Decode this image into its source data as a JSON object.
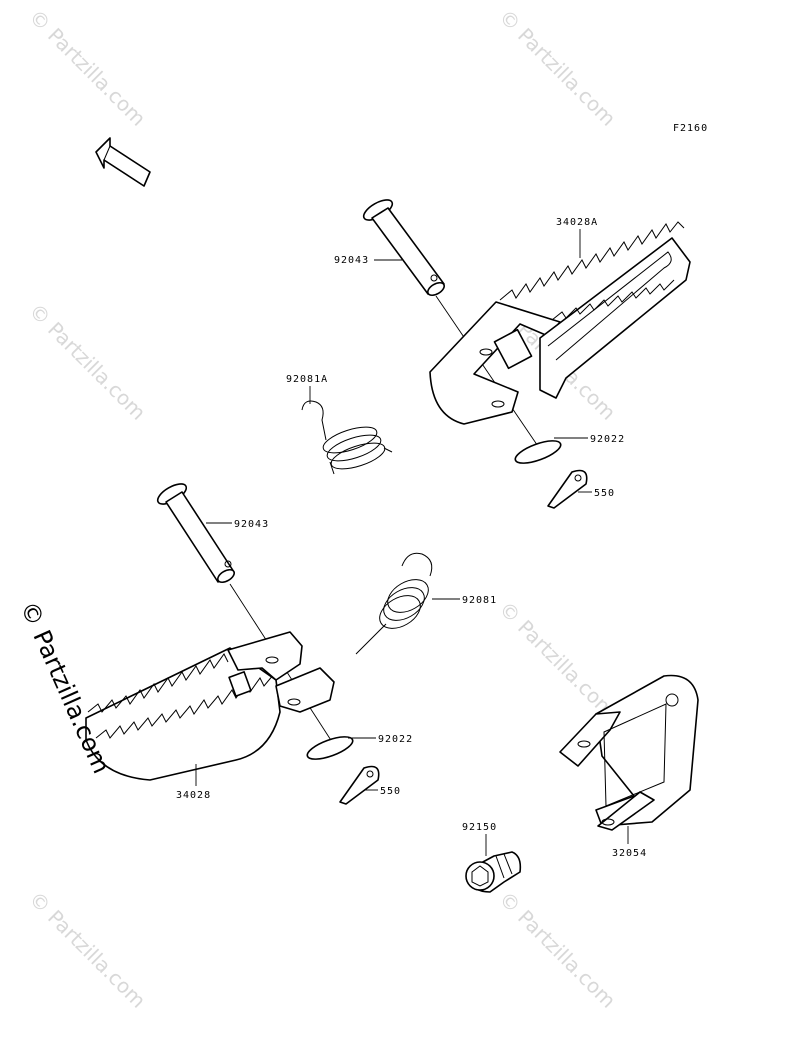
{
  "figure_code": "F2160",
  "front_label": "FRONT",
  "watermark": "© Partzilla.com",
  "watermark_foreground": "© Partzilla.com",
  "parts": {
    "footpeg_right": "34028A",
    "pin_right": "92043",
    "spring_right": "92081A",
    "washer_right": "92022",
    "cotter_right": "550",
    "pin_left": "92043",
    "spring_left": "92081",
    "footpeg_left": "34028",
    "washer_left": "92022",
    "cotter_left": "550",
    "bracket": "32054",
    "plug": "92150"
  }
}
